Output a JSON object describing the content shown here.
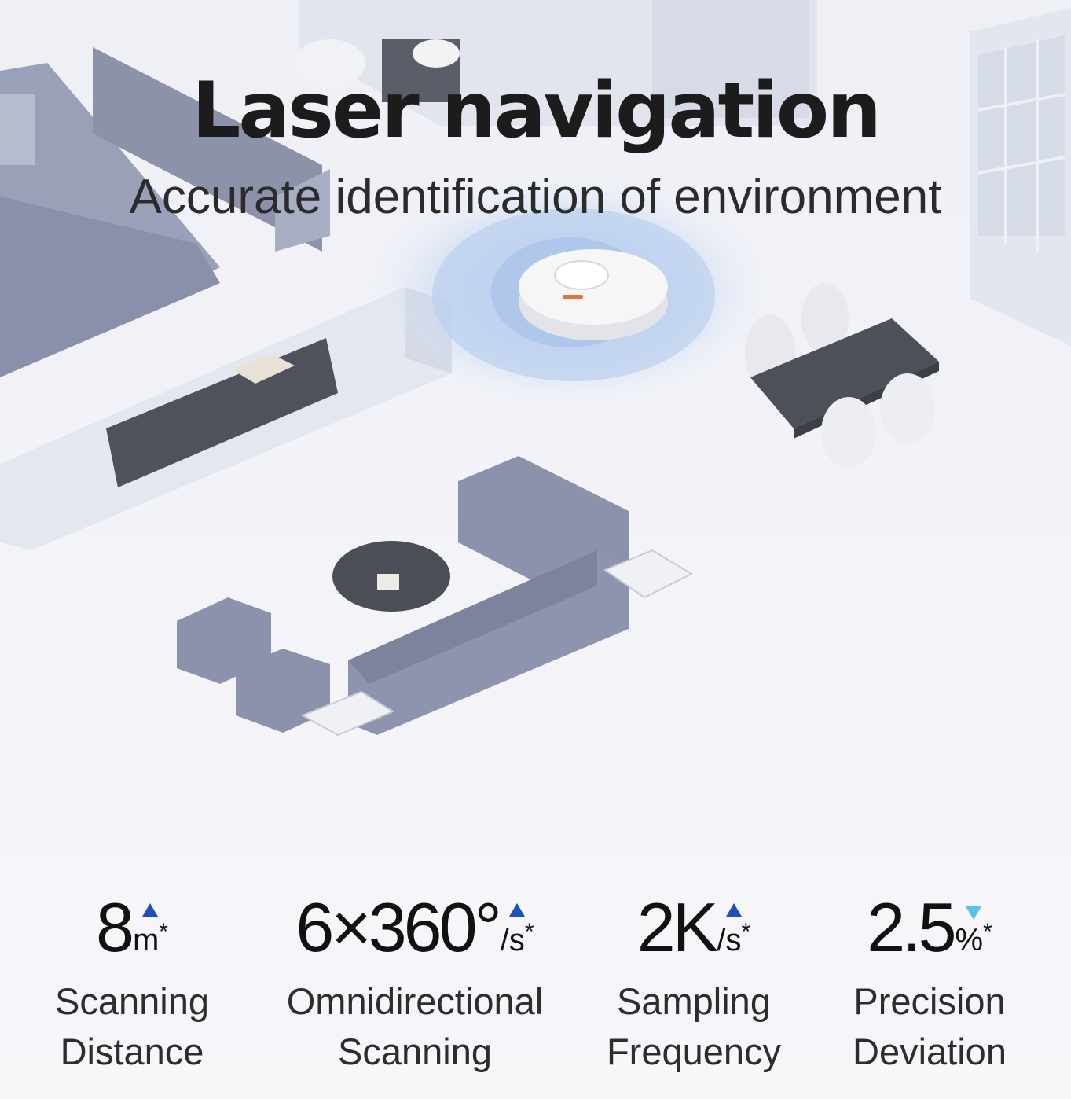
{
  "headline": "Laser navigation",
  "subline": "Accurate identification of environment",
  "specs": [
    {
      "value": "8",
      "unit": "m",
      "asterisk": "*",
      "arrow": "up",
      "arrow_color": "#1f4fb8",
      "label_line1": "Scanning",
      "label_line2": "Distance"
    },
    {
      "value": "6×360°",
      "unit": "/s",
      "asterisk": "*",
      "arrow": "up",
      "arrow_color": "#1f4fb8",
      "label_line1": "Omnidirectional",
      "label_line2": "Scanning"
    },
    {
      "value": "2K",
      "unit": "/s",
      "asterisk": "*",
      "arrow": "up",
      "arrow_color": "#1f4fb8",
      "label_line1": "Sampling",
      "label_line2": "Frequency"
    },
    {
      "value": "2.5",
      "unit": "%",
      "asterisk": "*",
      "arrow": "down",
      "arrow_color": "#55c4ea",
      "label_line1": "Precision",
      "label_line2": "Deviation"
    }
  ],
  "colors": {
    "background": "#f4f5f9",
    "furniture": "#8f95ad",
    "marble": "#4d5058",
    "scan_ring": "#b9cdea"
  },
  "icons": [
    "arrow-up-icon",
    "arrow-down-icon"
  ]
}
